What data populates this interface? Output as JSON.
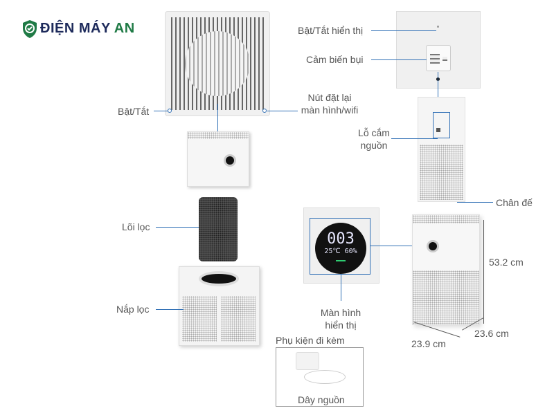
{
  "brand": {
    "name_main": "ĐIỆN MÁY",
    "name_accent": "AN",
    "accent_color": "#1f7a45",
    "primary_color": "#1d2a5b"
  },
  "labels": {
    "power": "Bật/Tắt",
    "reset_1": "Nút đặt lại",
    "reset_2": "màn hình/wifi",
    "display_toggle": "Bật/Tắt hiển thị",
    "dust_sensor": "Cảm biến bụi",
    "power_port_1": "Lỗ cắm",
    "power_port_2": "nguồn",
    "base": "Chân đế",
    "filter": "Lõi lọc",
    "filter_cover": "Nắp lọc",
    "display_1": "Màn hình",
    "display_2": "hiển thị",
    "accessories": "Phụ kiện đi kèm",
    "power_cord": "Dây nguồn"
  },
  "dimensions": {
    "height": "53.2 cm",
    "width": "23.9 cm",
    "depth": "23.6 cm"
  },
  "display": {
    "pm": "003",
    "env": "25℃ 60%"
  },
  "line_color": "#2f6fb5"
}
